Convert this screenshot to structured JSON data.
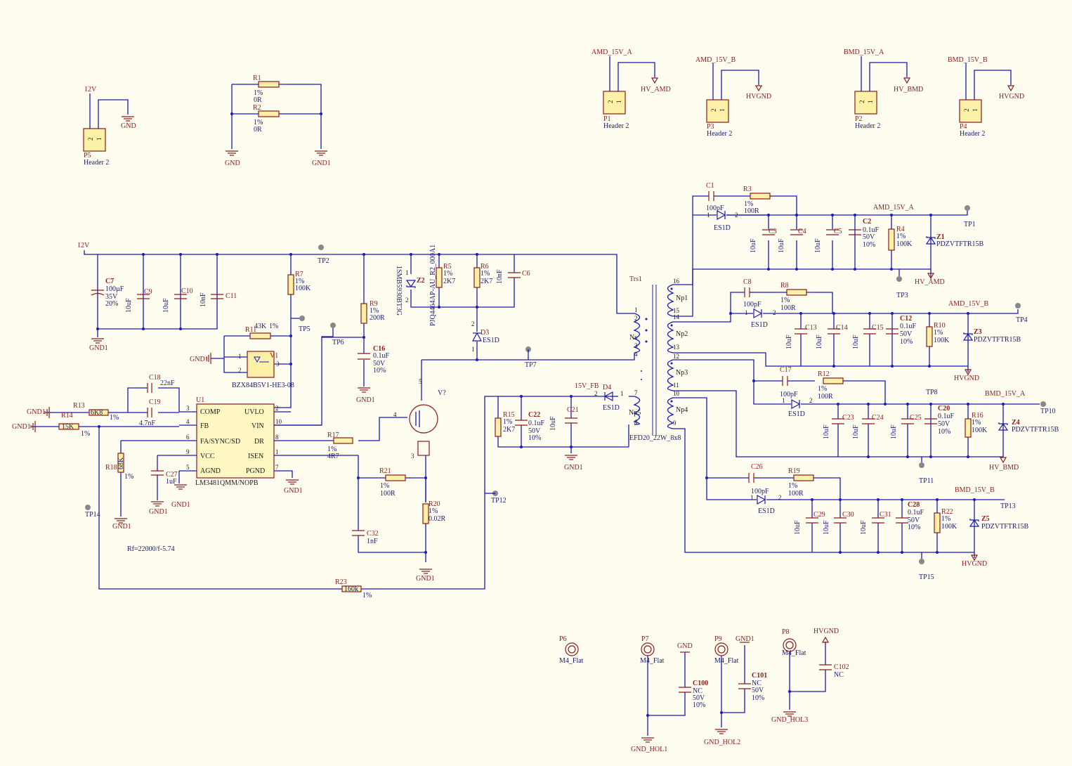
{
  "nets": {
    "v12": "12V",
    "gnd": "GND",
    "gnd1": "GND1",
    "amd15a": "AMD_15V_A",
    "amd15b": "AMD_15V_B",
    "bmd15a": "BMD_15V_A",
    "bmd15b": "BMD_15V_B",
    "hv_amd": "HV_AMD",
    "hvgnd": "HVGND",
    "hv_bmd": "HV_BMD",
    "fb": "15V_FB",
    "gnd_hol1": "GND_HOL1",
    "gnd_hol2": "GND_HOL2",
    "gnd_hol3": "GND_HOL3"
  },
  "headers": {
    "value": "Header 2",
    "p1": "P1",
    "p2": "P2",
    "p3": "P3",
    "p4": "P4",
    "p5": "P5"
  },
  "resistors": {
    "R1": {
      "ref": "R1",
      "tol": "1%",
      "val": "0R"
    },
    "R2": {
      "ref": "R2",
      "tol": "1%",
      "val": "0R"
    },
    "R3": {
      "ref": "R3",
      "tol": "1%",
      "val": "100R"
    },
    "R4": {
      "ref": "R4",
      "tol": "1%",
      "val": "100K"
    },
    "R5": {
      "ref": "R5",
      "tol": "1%",
      "val": "2K7"
    },
    "R6": {
      "ref": "R6",
      "tol": "1%",
      "val": "2K7"
    },
    "R7": {
      "ref": "R7",
      "tol": "1%",
      "val": "100K"
    },
    "R8": {
      "ref": "R8",
      "tol": "1%",
      "val": "100R"
    },
    "R9": {
      "ref": "R9",
      "tol": "1%",
      "val": "200R"
    },
    "R10": {
      "ref": "R10",
      "tol": "1%",
      "val": "100K"
    },
    "R11": {
      "ref": "R11",
      "tol": "1%",
      "val": "43K"
    },
    "R12": {
      "ref": "R12",
      "tol": "1%",
      "val": "100R"
    },
    "R13": {
      "ref": "R13",
      "tol": "1%",
      "val": "6K8"
    },
    "R14": {
      "ref": "R14",
      "tol": "1%",
      "val": "15K"
    },
    "R15": {
      "ref": "R15",
      "tol": "1%",
      "val": "2K7"
    },
    "R16": {
      "ref": "R16",
      "tol": "1%",
      "val": "100K"
    },
    "R17": {
      "ref": "R17",
      "tol": "1%",
      "val": "4R7"
    },
    "R18": {
      "ref": "R18",
      "tol": "1%",
      "val": "68K"
    },
    "R19": {
      "ref": "R19",
      "tol": "1%",
      "val": "100R"
    },
    "R20": {
      "ref": "R20",
      "tol": "1%",
      "val": "0.02R"
    },
    "R21": {
      "ref": "R21",
      "tol": "1%",
      "val": "100R"
    },
    "R22": {
      "ref": "R22",
      "tol": "1%",
      "val": "100K"
    },
    "R23": {
      "ref": "R23",
      "tol": "1%",
      "val": "160k"
    }
  },
  "caps": {
    "C1": {
      "ref": "C1",
      "val": "100pF"
    },
    "C2": {
      "ref": "C2",
      "val": "0.1uF",
      "volt": "50V",
      "tol": "10%"
    },
    "C3": {
      "ref": "C3",
      "val": "10uF"
    },
    "C4": {
      "ref": "C4",
      "val": "10uF"
    },
    "C5": {
      "ref": "C5",
      "val": "10uF"
    },
    "C6": {
      "ref": "C6",
      "val": "10nF"
    },
    "C7": {
      "ref": "C7",
      "val": "100µF",
      "volt": "35V",
      "tol": "20%"
    },
    "C8": {
      "ref": "C8",
      "val": "100pF"
    },
    "C9": {
      "ref": "C9",
      "val": "10uF"
    },
    "C10": {
      "ref": "C10",
      "val": "10uF"
    },
    "C11": {
      "ref": "C11",
      "val": "10nF"
    },
    "C12": {
      "ref": "C12",
      "val": "0.1uF",
      "volt": "50V",
      "tol": "10%"
    },
    "C13": {
      "ref": "C13",
      "val": "10uF"
    },
    "C14": {
      "ref": "C14",
      "val": "10uF"
    },
    "C15": {
      "ref": "C15",
      "val": "10uF"
    },
    "C16": {
      "ref": "C16",
      "val": "0.1uF",
      "volt": "50V",
      "tol": "10%"
    },
    "C17": {
      "ref": "C17",
      "val": "100pF"
    },
    "C18": {
      "ref": "C18",
      "val": "22nF"
    },
    "C19": {
      "ref": "C19",
      "val": "4.7nF"
    },
    "C20": {
      "ref": "C20",
      "val": "0.1uF",
      "volt": "50V",
      "tol": "10%"
    },
    "C21": {
      "ref": "C21",
      "val": "10uF"
    },
    "C22": {
      "ref": "C22",
      "val": "0.1uF",
      "volt": "50V",
      "tol": "10%"
    },
    "C23": {
      "ref": "C23",
      "val": "10uF"
    },
    "C24": {
      "ref": "C24",
      "val": "10uF"
    },
    "C25": {
      "ref": "C25",
      "val": "10uF"
    },
    "C26": {
      "ref": "C26",
      "val": "100pF"
    },
    "C27": {
      "ref": "C27",
      "val": "1uF"
    },
    "C28": {
      "ref": "C28",
      "val": "0.1uF",
      "volt": "50V",
      "tol": "10%"
    },
    "C29": {
      "ref": "C29",
      "val": "10uF"
    },
    "C30": {
      "ref": "C30",
      "val": "10uF"
    },
    "C31": {
      "ref": "C31",
      "val": "10uF"
    },
    "C32": {
      "ref": "C32",
      "val": "1nF"
    },
    "C100": {
      "ref": "C100",
      "val": "NC",
      "volt": "50V",
      "tol": "10%"
    },
    "C101": {
      "ref": "C101",
      "val": "NC",
      "volt": "50V",
      "tol": "10%"
    },
    "C102": {
      "ref": "C102",
      "val": "NC"
    }
  },
  "diodes": {
    "D3": "D3",
    "D4": "D4",
    "es1d": "ES1D",
    "smb": "1SMB5930BT3G",
    "z2": "Z2",
    "z1": "Z1",
    "z3": "Z3",
    "z4": "Z4",
    "z5": "Z5",
    "zval": "PDZVTFTR15B"
  },
  "ic": {
    "ref": "U1",
    "part": "LM3481QMM/NOPB",
    "pins_left": [
      {
        "num": "3",
        "name": "COMP"
      },
      {
        "num": "4",
        "name": "FB"
      },
      {
        "num": "6",
        "name": "FA/SYNC/SD"
      },
      {
        "num": "9",
        "name": "VCC"
      },
      {
        "num": "5",
        "name": "AGND"
      }
    ],
    "pins_right": [
      {
        "num": "2",
        "name": "UVLO"
      },
      {
        "num": "10",
        "name": "VIN"
      },
      {
        "num": "8",
        "name": "DR"
      },
      {
        "num": "1",
        "name": "ISEN"
      },
      {
        "num": "7",
        "name": "PGND"
      }
    ]
  },
  "ref_v1": {
    "ref": "V1",
    "part": "BZX84B5V1-HE3-08"
  },
  "fet": {
    "ref": "V?",
    "part": "PJQ4464AP-AU_R2_000A1"
  },
  "transformer": {
    "ref": "Trs1",
    "part": "EFD20_22W_8x8",
    "windings": [
      "Np1",
      "Ns",
      "Np2",
      "Np3",
      "Np5",
      "Np4"
    ]
  },
  "testpoints": [
    "TP1",
    "TP2",
    "TP3",
    "TP4",
    "TP5",
    "TP6",
    "TP7",
    "TP8",
    "TP10",
    "TP11",
    "TP12",
    "TP13",
    "TP14",
    "TP15"
  ],
  "mounts": {
    "value": "M4_Flat",
    "p6": "P6",
    "p7": "P7",
    "p8": "P8",
    "p9": "P9"
  },
  "note": "Rf=22000/f-5.74"
}
